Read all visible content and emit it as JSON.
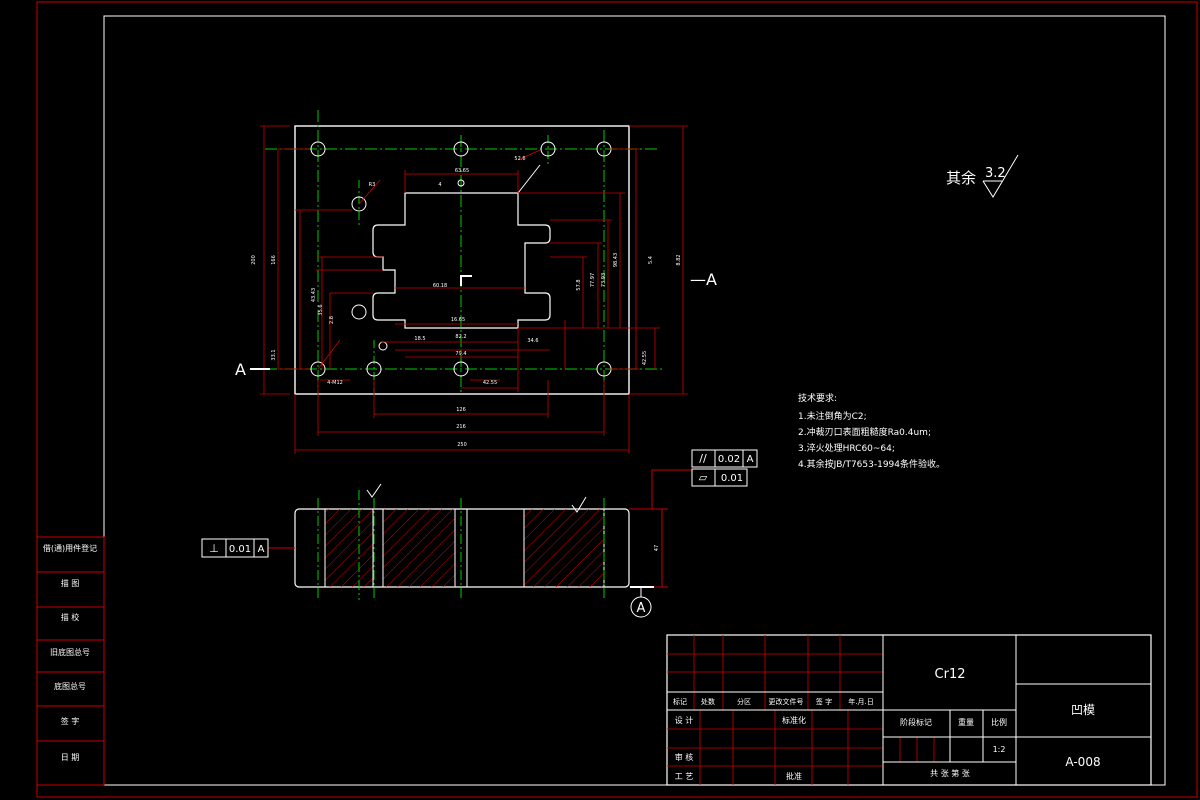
{
  "surface_finish_note": {
    "label": "其余",
    "value": "3.2"
  },
  "section_label": "A",
  "section_marker": "—A",
  "tech_requirements": {
    "title": "技术要求:",
    "items": [
      "1.未注倒角为C2;",
      "2.冲裁刃口表面粗糙度Ra0.4um;",
      "3.淬火处理HRC60~64;",
      "4.其余按JB/T7653-1994条件验收。"
    ]
  },
  "tolerance_frames": {
    "parallelism": {
      "symbol": "//",
      "value": "0.02",
      "datum": "A"
    },
    "flatness": {
      "symbol": "▱",
      "value": "0.01"
    },
    "perpendicularity": {
      "symbol": "⊥",
      "value": "0.01",
      "datum": "A"
    }
  },
  "side_left_labels": [
    "借(通)用件登记",
    "描  图",
    "描  校",
    "旧底图总号",
    "底图总号",
    "签  字",
    "日  期"
  ],
  "title_block": {
    "material": "Cr12",
    "part_name": "凹模",
    "drawing_no": "A-008",
    "header_cols": [
      "标记",
      "处数",
      "分区",
      "更改文件号",
      "签  字",
      "年.月.日"
    ],
    "design": "设 计",
    "standardization": "标准化",
    "review": "审 核",
    "process": "工 艺",
    "approve": "批准",
    "stage_mark": "阶段标记",
    "weight": "重量",
    "scale_label": "比例",
    "scale_value": "1:2",
    "sheets": "共  张  第  张"
  },
  "dims": {
    "overall_width": "250",
    "hole_span_x": "216",
    "inner_span_x": "126",
    "overall_height": "200",
    "hole_span_y": "166",
    "thickness": "47",
    "small_a": "63.65",
    "small_b": "2.8",
    "small_c": "5.4",
    "small_d": "60.18",
    "small_e": "16.65",
    "small_f": "18.5",
    "small_g": "82.2",
    "small_h": "79.4",
    "small_i": "34.6",
    "small_j": "42.55",
    "small_k": "33.1",
    "small_l": "8.82",
    "small_m": "52.6",
    "small_n": "4",
    "small_o": "R3",
    "small_p": "4-M12",
    "small_q": "43.43",
    "small_r": "77.97",
    "small_s": "57.8",
    "small_t": "73.93",
    "small_u": "98.43",
    "small_v": "35.6"
  }
}
